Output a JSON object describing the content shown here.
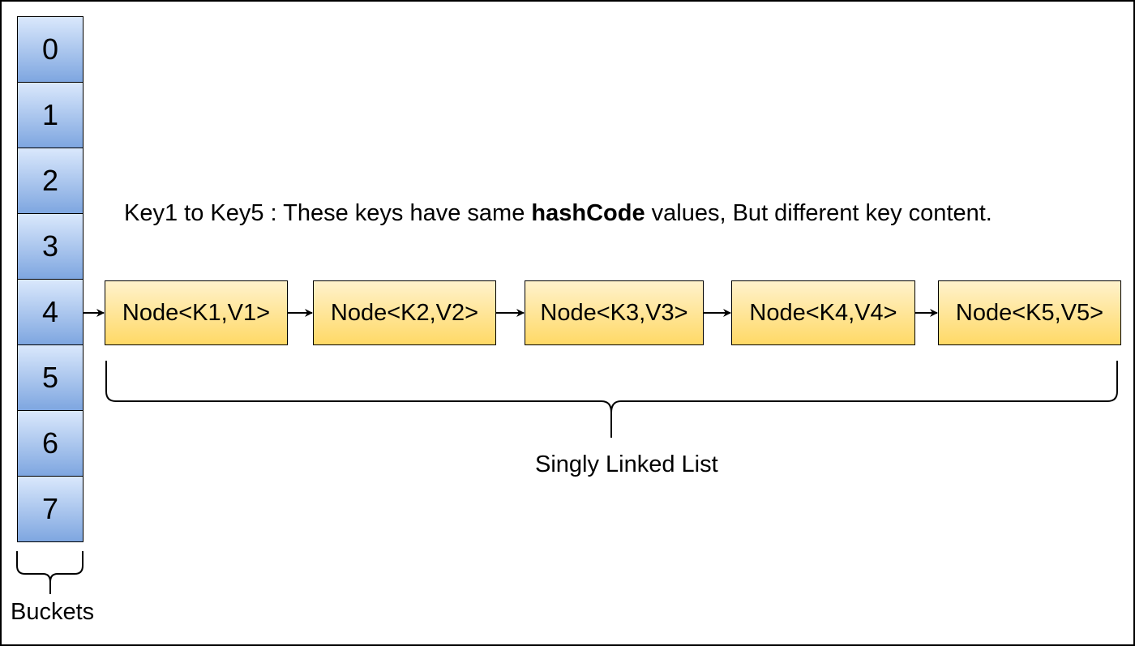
{
  "buckets": [
    "0",
    "1",
    "2",
    "3",
    "4",
    "5",
    "6",
    "7"
  ],
  "buckets_label": "Buckets",
  "nodes": [
    "Node<K1,V1>",
    "Node<K2,V2>",
    "Node<K3,V3>",
    "Node<K4,V4>",
    "Node<K5,V5>"
  ],
  "note": {
    "prefix": "Key1 to Key5 : These keys have same ",
    "bold": "hashCode",
    "suffix": " values, But different key content."
  },
  "list_label": "Singly Linked List",
  "colors": {
    "bucket_top": "#dae8fc",
    "bucket_bottom": "#7ea6e0",
    "node_top": "#fff2cc",
    "node_bottom": "#ffd966",
    "line": "#000000"
  }
}
